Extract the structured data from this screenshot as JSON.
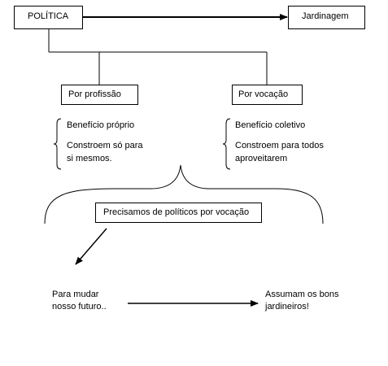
{
  "boxes": {
    "politica": "POLÍTICA",
    "jardinagem": "Jardinagem",
    "por_profissao": "Por profissão",
    "por_vocacao": "Por vocação",
    "precisamos": "Precisamos de políticos por vocação"
  },
  "profissao_notes": {
    "line1": "Benefício próprio",
    "line2": "Constroem só para",
    "line3": "si mesmos."
  },
  "vocacao_notes": {
    "line1": "Benefício coletivo",
    "line2": "Constroem para todos",
    "line3": "aproveitarem"
  },
  "bottom": {
    "left_line1": "Para mudar",
    "left_line2": "nosso futuro..",
    "right_line1": "Assumam os bons",
    "right_line2": "jardineiros!"
  }
}
